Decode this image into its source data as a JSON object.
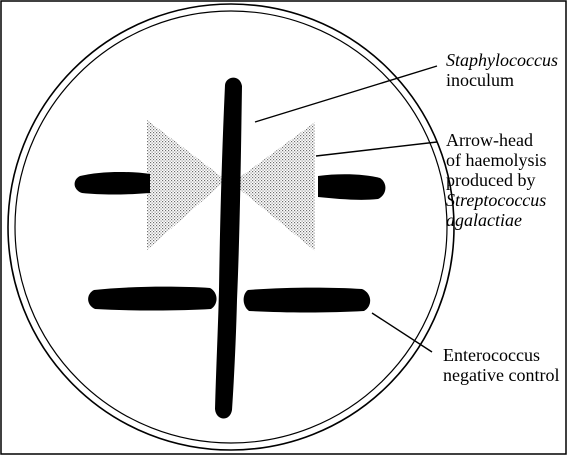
{
  "labels": {
    "staphylococcus": {
      "line1": "Staphylococcus",
      "line2": "inoculum"
    },
    "arrowhead": {
      "line1": "Arrow-head",
      "line2": "of haemolysis",
      "line3": "produced by",
      "line4": "Streptococcus",
      "line5": "agalactiae"
    },
    "enterococcus": {
      "line1": "Enterococcus",
      "line2": "negative control"
    }
  },
  "colors": {
    "streak": "#000000",
    "haemolysis_stipple": "#7a7a7a",
    "plate_outline": "#000000",
    "background": "#ffffff"
  }
}
